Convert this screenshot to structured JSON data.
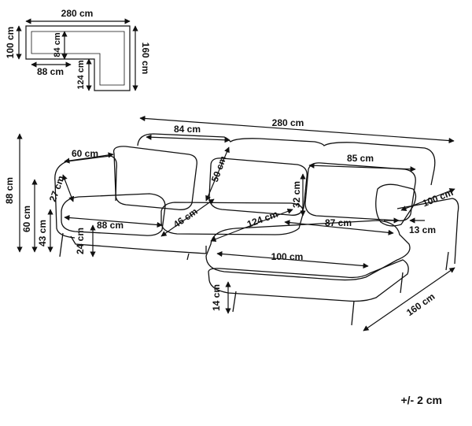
{
  "top_view": {
    "width": "280 cm",
    "depth": "100 cm",
    "seat_depth": "84 cm",
    "seat_width": "88 cm",
    "chaise_length": "160 cm",
    "chaise_seat_length": "124 cm"
  },
  "front_view": {
    "total_width": "280 cm",
    "cushion_width": "84 cm",
    "cushion_height": "50 cm",
    "armrest_width": "60 cm",
    "armrest_height": "27 cm",
    "back_cushion_width": "85 cm",
    "back_cushion_height": "32 cm",
    "chaise_depth": "100 cm",
    "total_height": "88 cm",
    "arm_height": "60 cm",
    "seat_height": "43 cm",
    "leg_height": "24 cm",
    "seat_width": "88 cm",
    "seat_depth": "46 cm",
    "chaise_seat_length": "124 cm",
    "chaise_seat_width": "87 cm",
    "arm_thickness": "13 cm",
    "chaise_cushion_width": "100 cm",
    "chaise_leg_height": "14 cm",
    "chaise_length": "160 cm"
  },
  "tolerance": "+/- 2 cm",
  "colors": {
    "line": "#111111",
    "background": "#ffffff"
  }
}
